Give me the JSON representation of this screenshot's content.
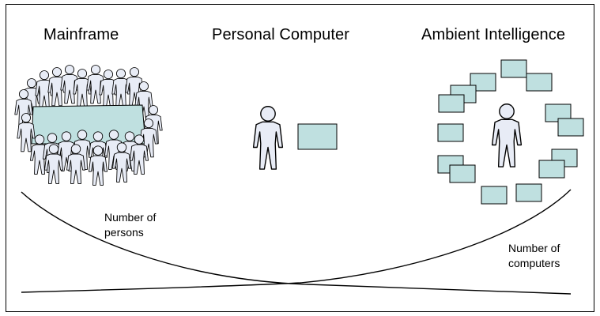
{
  "headings": {
    "mainframe": "Mainframe",
    "personal_computer": "Personal Computer",
    "ambient_intelligence": "Ambient Intelligence"
  },
  "curves": {
    "persons_label": {
      "line1": "Number of",
      "line2": "persons"
    },
    "computers_label": {
      "line1": "Number of",
      "line2": "computers"
    }
  },
  "colors": {
    "screen_fill": "#bfe0e0",
    "person_fill": "#e8ecf6",
    "stroke": "#000000"
  }
}
